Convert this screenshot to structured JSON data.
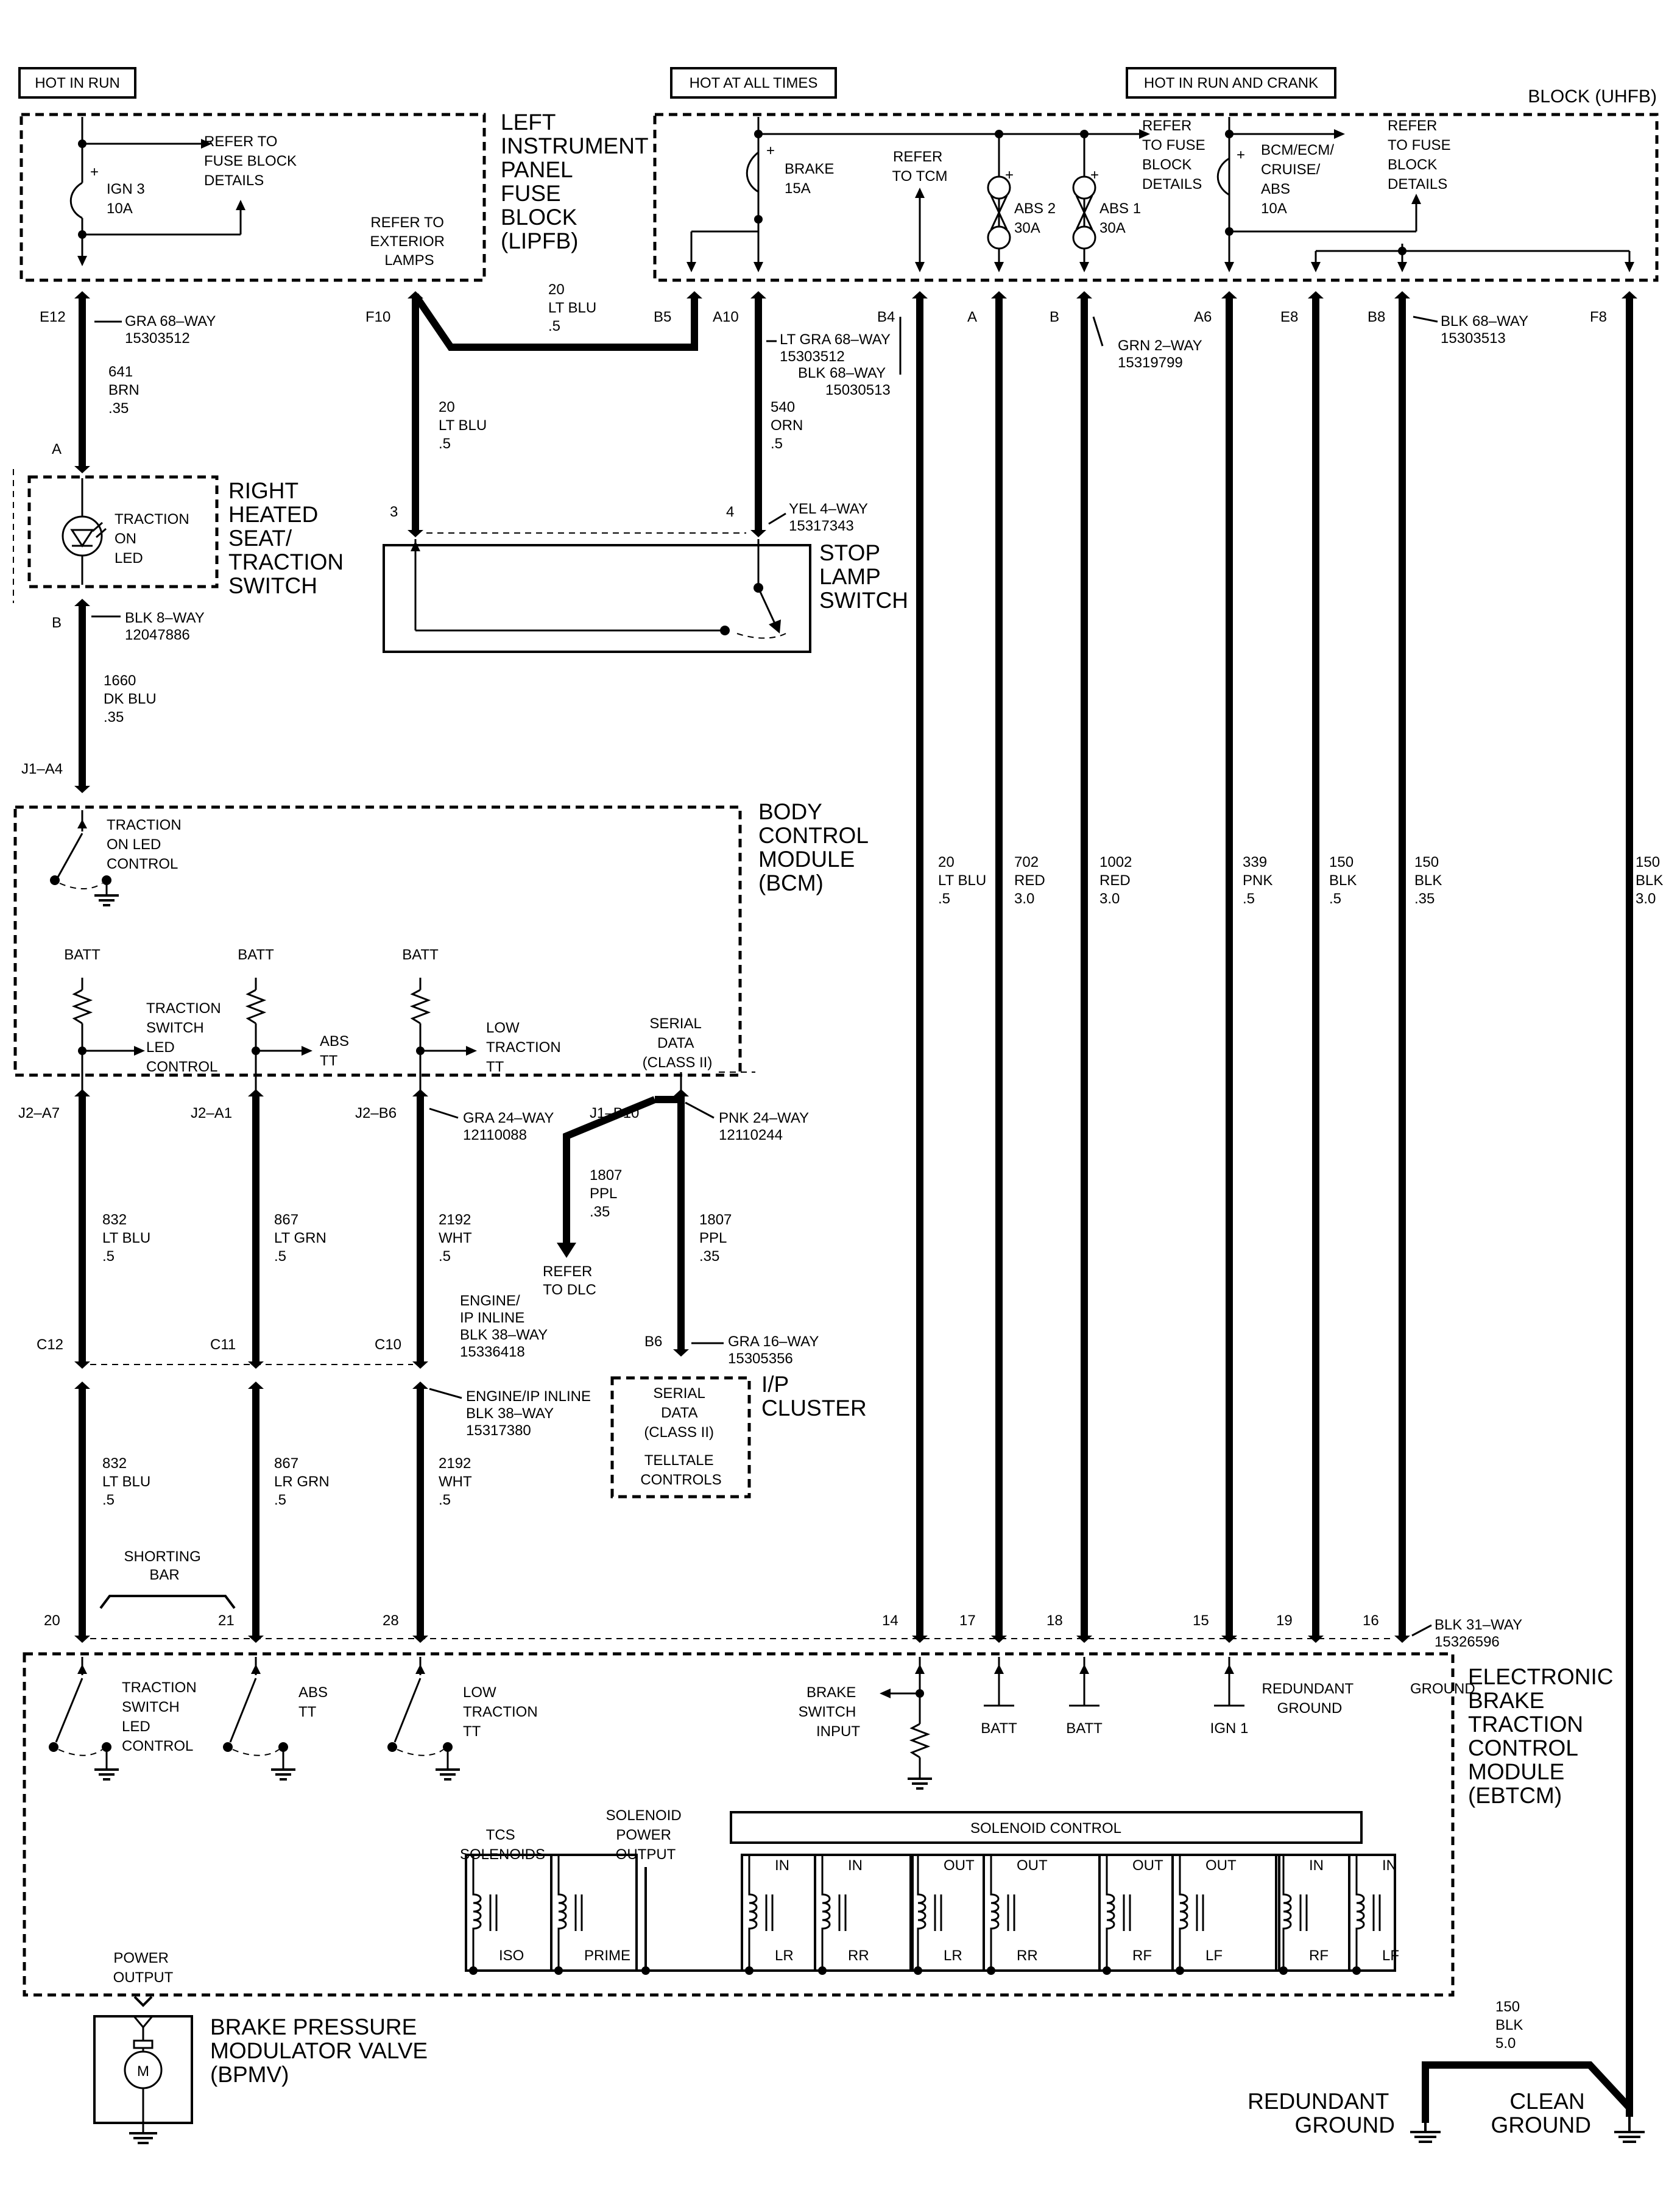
{
  "headers": {
    "hot_in_run": "HOT IN RUN",
    "hot_at_all_times": "HOT AT ALL TIMES",
    "hot_in_run_and_crank": "HOT IN RUN AND CRANK",
    "block_uhfb": "BLOCK (UHFB)"
  },
  "lipfb": {
    "title_lines": [
      "LEFT",
      "INSTRUMENT",
      "PANEL",
      "FUSE",
      "BLOCK",
      "(LIPFB)"
    ],
    "fuse_name": "IGN 3",
    "fuse_rating": "10A",
    "refer_fuse_block": [
      "REFER TO",
      "FUSE BLOCK",
      "DETAILS"
    ],
    "refer_ext_lamps": [
      "REFER TO",
      "EXTERIOR",
      "LAMPS"
    ]
  },
  "uhfb": {
    "brake_fuse": "BRAKE",
    "brake_rating": "15A",
    "refer_tcm": [
      "REFER",
      "TO TCM"
    ],
    "abs2": "ABS 2",
    "abs2_rating": "30A",
    "abs1": "ABS 1",
    "abs1_rating": "30A",
    "refer_fuse_block_1": [
      "REFER",
      "TO FUSE",
      "BLOCK",
      "DETAILS"
    ],
    "bcm_fuse": [
      "BCM/ECM/",
      "CRUISE/",
      "ABS"
    ],
    "bcm_rating": "10A",
    "refer_fuse_block_2": [
      "REFER",
      "TO FUSE",
      "BLOCK",
      "DETAILS"
    ]
  },
  "top_pins": {
    "e12": "E12",
    "f10": "F10",
    "b5": "B5",
    "a10": "A10",
    "b4": "B4",
    "a": "A",
    "b": "B",
    "a6": "A6",
    "e8": "E8",
    "b8": "B8",
    "f8": "F8"
  },
  "connectors": {
    "gra68_1": [
      "GRA 68–WAY",
      "15303512"
    ],
    "ltgra68": [
      "LT GRA 68–WAY",
      "15303512"
    ],
    "blk68_1": [
      "BLK 68–WAY",
      "15030513"
    ],
    "grn2": [
      "GRN 2–WAY",
      "15319799"
    ],
    "blk68_2": [
      "BLK 68–WAY",
      "15303513"
    ],
    "yel4": [
      "YEL 4–WAY",
      "15317343"
    ],
    "blk8": [
      "BLK 8–WAY",
      "12047886"
    ],
    "gra24": [
      "GRA 24–WAY",
      "12110088"
    ],
    "pnk24": [
      "PNK 24–WAY",
      "12110244"
    ],
    "gra16": [
      "GRA 16–WAY",
      "15305356"
    ],
    "eng_ip_inline_1": [
      "ENGINE/",
      "IP INLINE",
      "BLK 38–WAY",
      "15336418"
    ],
    "eng_ip_inline_2": [
      "ENGINE/IP INLINE",
      "BLK 38–WAY",
      "15317380"
    ],
    "blk31": [
      "BLK 31–WAY",
      "15326596"
    ]
  },
  "wires": {
    "w641": [
      "641",
      "BRN",
      ".35"
    ],
    "w20_top": [
      "20",
      "LT BLU",
      ".5"
    ],
    "w20_left": [
      "20",
      "LT BLU",
      ".5"
    ],
    "w540": [
      "540",
      "ORN",
      ".5"
    ],
    "w1660": [
      "1660",
      "DK BLU",
      ".35"
    ],
    "w20_ebtcm": [
      "20",
      "LT BLU",
      ".5"
    ],
    "w702": [
      "702",
      "RED",
      "3.0"
    ],
    "w1002": [
      "1002",
      "RED",
      "3.0"
    ],
    "w339": [
      "339",
      "PNK",
      ".5"
    ],
    "w150a": [
      "150",
      "BLK",
      ".5"
    ],
    "w150b": [
      "150",
      "BLK",
      ".35"
    ],
    "w150c": [
      "150",
      "BLK",
      "3.0"
    ],
    "w832_1": [
      "832",
      "LT BLU",
      ".5"
    ],
    "w867_1": [
      "867",
      "LT GRN",
      ".5"
    ],
    "w2192_1": [
      "2192",
      "WHT",
      ".5"
    ],
    "w1807_1": [
      "1807",
      "PPL",
      ".35"
    ],
    "w1807_2": [
      "1807",
      "PPL",
      ".35"
    ],
    "w832_2": [
      "832",
      "LT BLU",
      ".5"
    ],
    "w867_2": [
      "867",
      "LR GRN",
      ".5"
    ],
    "w2192_2": [
      "2192",
      "WHT",
      ".5"
    ],
    "w150_gnd": [
      "150",
      "BLK",
      "5.0"
    ]
  },
  "traction_switch": {
    "title_lines": [
      "RIGHT",
      "HEATED",
      "SEAT/",
      "TRACTION",
      "SWITCH"
    ],
    "led": [
      "TRACTION",
      "ON",
      "LED"
    ],
    "pin_a": "A",
    "pin_b": "B"
  },
  "stop_lamp": {
    "title_lines": [
      "STOP",
      "LAMP",
      "SWITCH"
    ],
    "pin_3": "3",
    "pin_4": "4"
  },
  "bcm": {
    "title_lines": [
      "BODY",
      "CONTROL",
      "MODULE",
      "(BCM)"
    ],
    "pin_in": "J1–A4",
    "led_control": [
      "TRACTION",
      "ON LED",
      "CONTROL"
    ],
    "batt": "BATT",
    "out1": [
      "TRACTION",
      "SWITCH",
      "LED",
      "CONTROL"
    ],
    "out2": [
      "ABS",
      "TT"
    ],
    "out3": [
      "LOW",
      "TRACTION",
      "TT"
    ],
    "serial": [
      "SERIAL",
      "DATA",
      "(CLASS II)"
    ],
    "pins": [
      "J2–A7",
      "J2–A1",
      "J2–B6",
      "J1–B10"
    ]
  },
  "refer_dlc": [
    "REFER",
    "TO DLC"
  ],
  "inline_pins": [
    "C12",
    "C11",
    "C10"
  ],
  "ip_cluster": {
    "title_lines": [
      "I/P",
      "CLUSTER"
    ],
    "pin": "B6",
    "serial": [
      "SERIAL",
      "DATA",
      "(CLASS II)"
    ],
    "telltale": [
      "TELLTALE",
      "CONTROLS"
    ]
  },
  "shorting_bar": [
    "SHORTING",
    "BAR"
  ],
  "ebtcm_pins": [
    "20",
    "21",
    "28",
    "14",
    "17",
    "18",
    "15",
    "19",
    "16"
  ],
  "ebtcm": {
    "title_lines": [
      "ELECTRONIC",
      "BRAKE",
      "TRACTION",
      "CONTROL",
      "MODULE",
      "(EBTCM)"
    ],
    "in1": [
      "TRACTION",
      "SWITCH",
      "LED",
      "CONTROL"
    ],
    "in2": [
      "ABS",
      "TT"
    ],
    "in3": [
      "LOW",
      "TRACTION",
      "TT"
    ],
    "brake_input": [
      "BRAKE",
      "SWITCH",
      "INPUT"
    ],
    "batt": "BATT",
    "ign1": "IGN 1",
    "redundant_ground": [
      "REDUNDANT",
      "GROUND"
    ],
    "ground": "GROUND",
    "tcs": [
      "TCS",
      "SOLENOIDS"
    ],
    "sol_power": [
      "SOLENOID",
      "POWER",
      "OUTPUT"
    ],
    "sol_control": "SOLENOID CONTROL",
    "solenoids": [
      {
        "dir": "",
        "pos": "ISO"
      },
      {
        "dir": "",
        "pos": "PRIME"
      },
      {
        "dir": "IN",
        "pos": "LR"
      },
      {
        "dir": "IN",
        "pos": "RR"
      },
      {
        "dir": "OUT",
        "pos": "LR"
      },
      {
        "dir": "OUT",
        "pos": "RR"
      },
      {
        "dir": "OUT",
        "pos": "RF"
      },
      {
        "dir": "OUT",
        "pos": "LF"
      },
      {
        "dir": "IN",
        "pos": "RF"
      },
      {
        "dir": "IN",
        "pos": "LF"
      }
    ],
    "power_output": [
      "POWER",
      "OUTPUT"
    ]
  },
  "bpmv": {
    "title_lines": [
      "BRAKE PRESSURE",
      "MODULATOR VALVE",
      "(BPMV)"
    ],
    "motor": "M"
  },
  "grounds": {
    "redundant": [
      "REDUNDANT",
      "GROUND"
    ],
    "clean": [
      "CLEAN",
      "GROUND"
    ]
  }
}
